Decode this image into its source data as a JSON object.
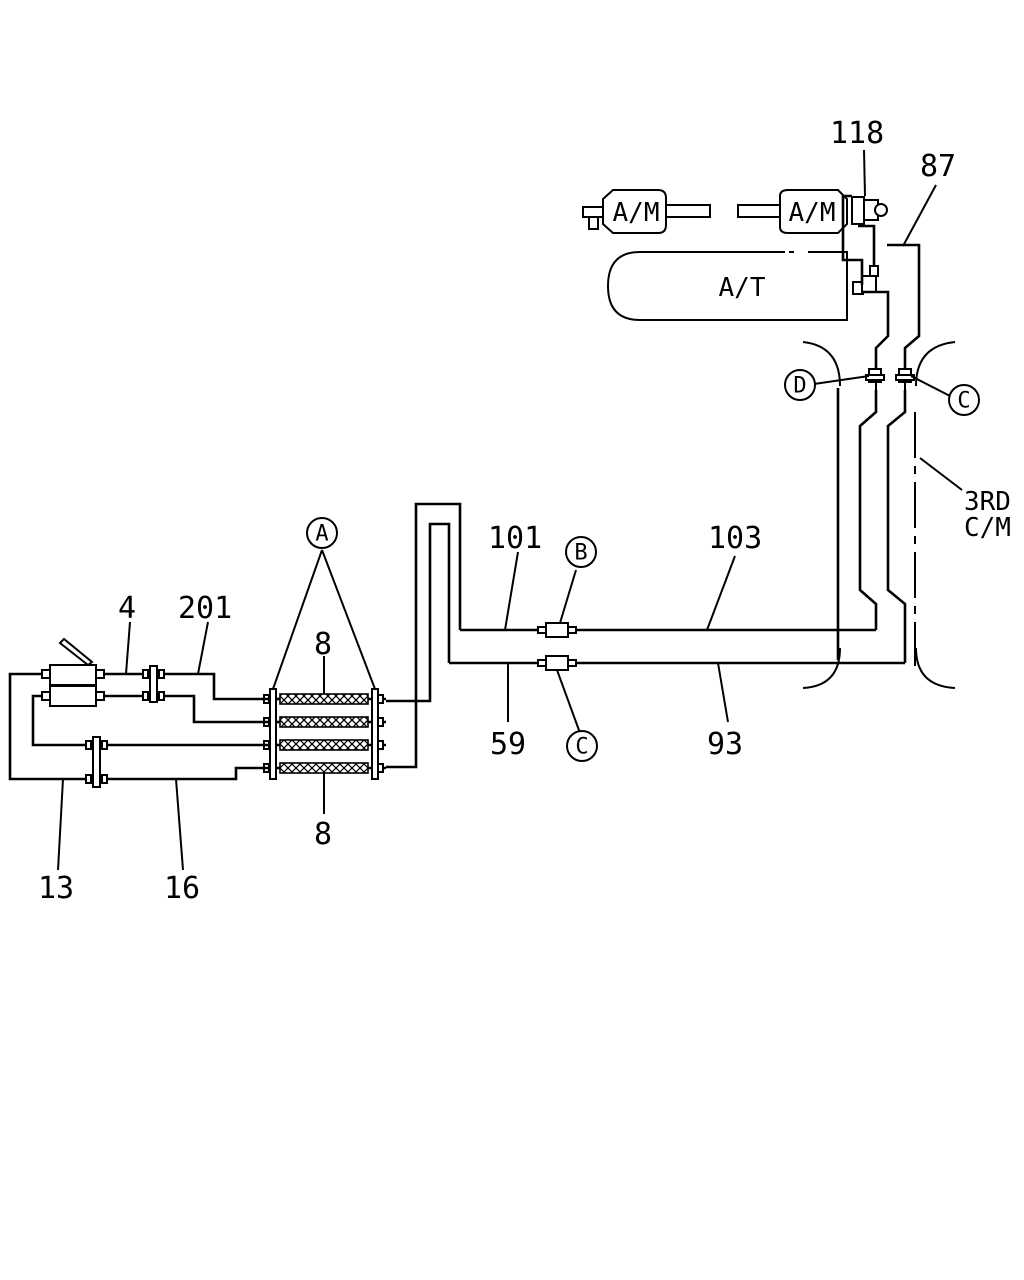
{
  "components": {
    "air_motor_left": "A/M",
    "air_motor_right": "A/M",
    "air_tank": "A/T"
  },
  "part_numbers": {
    "p118": "118",
    "p87": "87",
    "p101": "101",
    "p103": "103",
    "p59": "59",
    "p93": "93",
    "p4": "4",
    "p201": "201",
    "p8_top": "8",
    "p8_bottom": "8",
    "p13": "13",
    "p16": "16"
  },
  "callouts": {
    "A": "A",
    "B": "B",
    "C_lower": "C",
    "C_right": "C",
    "D": "D"
  },
  "section_label": {
    "line1": "3RD",
    "line2": "C/M"
  }
}
